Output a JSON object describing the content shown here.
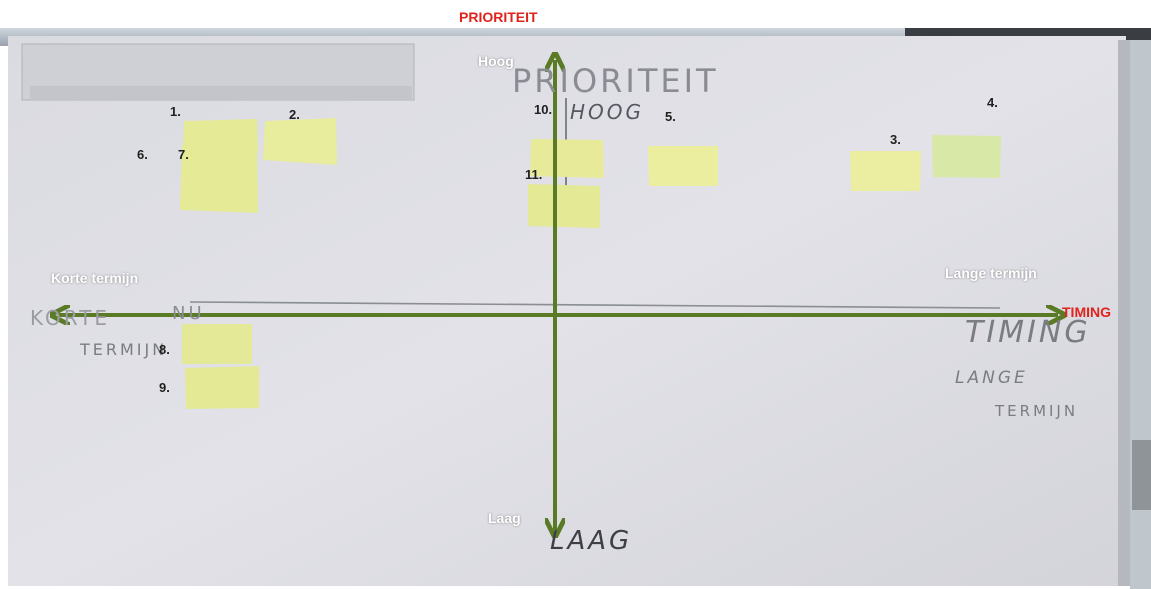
{
  "overlay_labels": {
    "priority_title": "PRIORITEIT",
    "priority_high": "Hoog",
    "priority_low": "Laag",
    "timing_short": "Korte termijn",
    "timing_long": "Lange termijn",
    "timing_title": "TIMING"
  },
  "note_numbers": [
    "1.",
    "2.",
    "3.",
    "4.",
    "5.",
    "6.",
    "7.",
    "8.",
    "9.",
    "10.",
    "11."
  ],
  "colors": {
    "axis": "#5b7a26",
    "overlay_red": "#e0231b",
    "overlay_white": "#ffffff",
    "sticky_note": "#e7ec9a",
    "whiteboard": "#dcdde2"
  }
}
